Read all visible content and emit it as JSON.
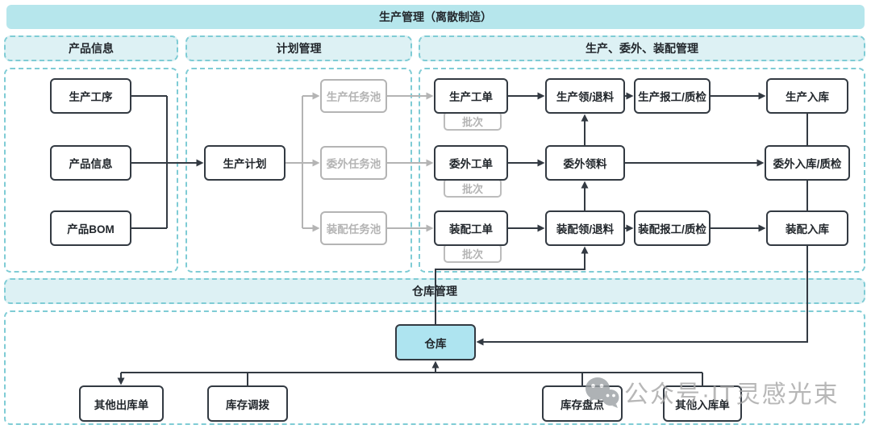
{
  "banner": {
    "title": "生产管理（离散制造）"
  },
  "sections": {
    "product": {
      "title": "产品信息"
    },
    "plan": {
      "title": "计划管理"
    },
    "production": {
      "title": "生产、委外、装配管理"
    },
    "warehouse": {
      "title": "仓库管理"
    }
  },
  "nodes": {
    "prodProcess": "生产工序",
    "prodInfo": "产品信息",
    "prodBom": "产品BOM",
    "prodPlan": "生产计划",
    "poolProd": "生产任务池",
    "poolOutsource": "委外任务池",
    "poolAssembly": "装配任务池",
    "woProd": "生产工单",
    "woOutsource": "委外工单",
    "woAssembly": "装配工单",
    "batch": "批次",
    "pickProd": "生产领/退料",
    "pickOutsource": "委外领料",
    "pickAssembly": "装配领/退料",
    "reportProd": "生产报工/质检",
    "reportAssembly": "装配报工/质检",
    "inboundProd": "生产入库",
    "inboundOutsource": "委外入库/质检",
    "inboundAssembly": "装配入库",
    "warehouse": "仓库",
    "otherOutbound": "其他出库单",
    "stockTransfer": "库存调拨",
    "stockCount": "库存盘点",
    "otherInbound": "其他入库单"
  },
  "watermark": {
    "text": "公众号·IT灵感光束",
    "icon": "wechat-icon"
  },
  "colors": {
    "cyanBanner": "#b6e6ec",
    "headerFill": "#ddf1f4",
    "tealBorder": "#7fccd5",
    "ink": "#333a42",
    "gray": "#b4b4b4",
    "warehouseFill": "#aee4f0",
    "watermark": "#a6a6a6",
    "textDark": "#22272c"
  }
}
